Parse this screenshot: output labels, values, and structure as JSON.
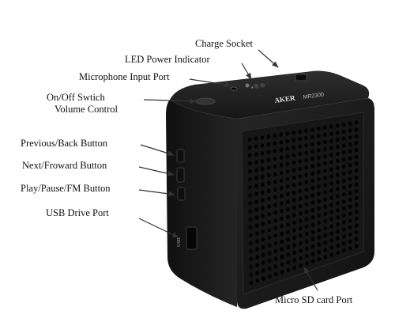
{
  "labels": {
    "charge_socket": "Charge Socket",
    "led_power": "LED Power Indicator",
    "mic_input": "Microphone Input Port",
    "onoff_line1": "On/Off Swtich",
    "onoff_line2": "Volume Control",
    "prev_back": "Previous/Back Button",
    "next_forward": "Next/Froward Button",
    "play_pause_fm": "Play/Pause/FM Button",
    "usb_port": "USB Drive Port",
    "micro_sd": "Micro SD card Port"
  },
  "device": {
    "brand": "AKER",
    "model": "MR2300",
    "usb_text": "USB"
  },
  "colors": {
    "body": "#1b1b1b",
    "body_dark": "#0d0d0d",
    "grille_hole": "#000000",
    "arrow": "#333333",
    "label": "#111111"
  },
  "icons": [
    "arrow-icon",
    "speaker-grille-icon",
    "usb-port-icon",
    "led-icon",
    "knob-icon"
  ]
}
